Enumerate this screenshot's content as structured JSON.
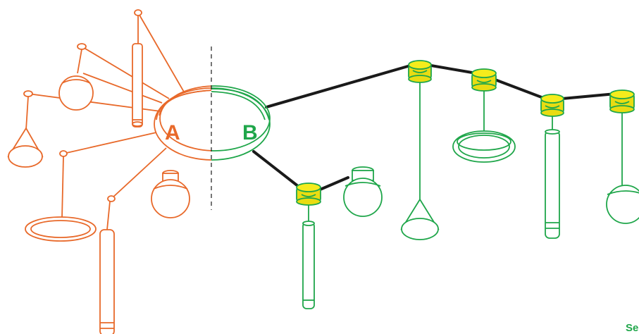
{
  "labels": {
    "a": "A",
    "b": "B"
  },
  "corner_text": "Se",
  "colors": {
    "option_a": "#e8692a",
    "option_b": "#1fa64a",
    "canopy": "#f5ec1c",
    "cable": "#1a1a1a"
  }
}
